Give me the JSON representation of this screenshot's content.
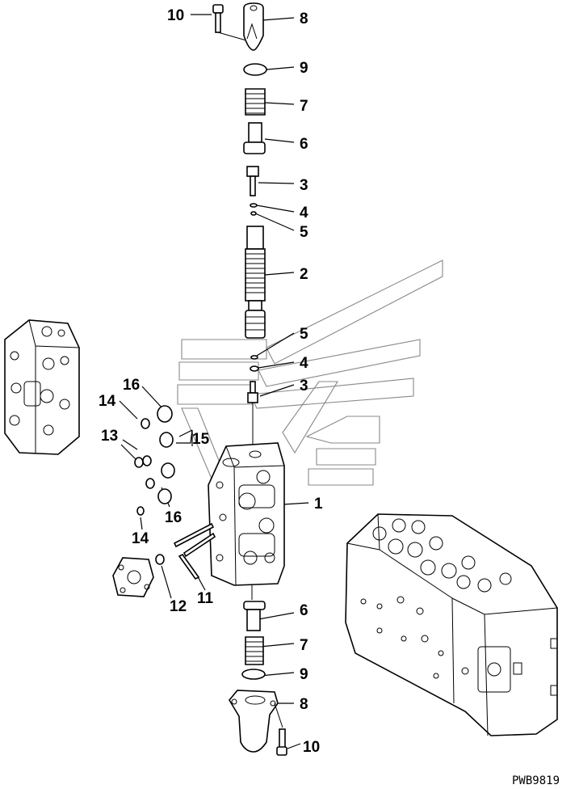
{
  "drawing_code": "PWB9819",
  "callouts": [
    {
      "id": "c10a",
      "text": "10"
    },
    {
      "id": "c8a",
      "text": "8"
    },
    {
      "id": "c9a",
      "text": "9"
    },
    {
      "id": "c7a",
      "text": "7"
    },
    {
      "id": "c6a",
      "text": "6"
    },
    {
      "id": "c3a",
      "text": "3"
    },
    {
      "id": "c4a",
      "text": "4"
    },
    {
      "id": "c5a",
      "text": "5"
    },
    {
      "id": "c2",
      "text": "2"
    },
    {
      "id": "c5b",
      "text": "5"
    },
    {
      "id": "c4b",
      "text": "4"
    },
    {
      "id": "c3b",
      "text": "3"
    },
    {
      "id": "c1",
      "text": "1"
    },
    {
      "id": "c16a",
      "text": "16"
    },
    {
      "id": "c14a",
      "text": "14"
    },
    {
      "id": "c13",
      "text": "13"
    },
    {
      "id": "c15",
      "text": "15"
    },
    {
      "id": "c16b",
      "text": "16"
    },
    {
      "id": "c14b",
      "text": "14"
    },
    {
      "id": "c12",
      "text": "12"
    },
    {
      "id": "c11",
      "text": "11"
    },
    {
      "id": "c6b",
      "text": "6"
    },
    {
      "id": "c7b",
      "text": "7"
    },
    {
      "id": "c9b",
      "text": "9"
    },
    {
      "id": "c8b",
      "text": "8"
    },
    {
      "id": "c10b",
      "text": "10"
    }
  ]
}
